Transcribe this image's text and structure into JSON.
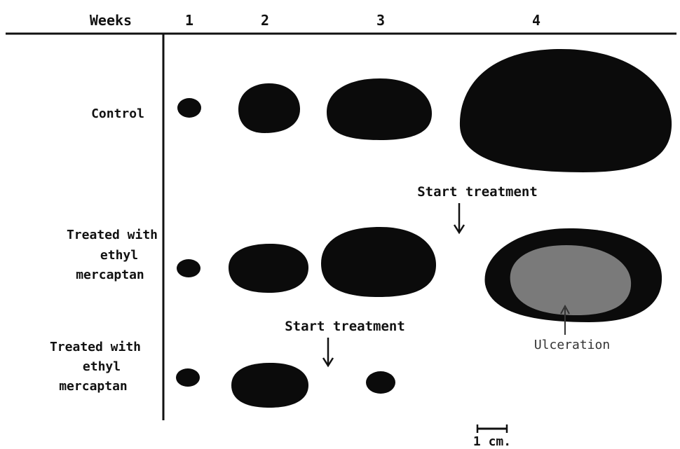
{
  "header": {
    "weeks_label": "Weeks",
    "weeks": [
      "1",
      "2",
      "3",
      "4"
    ]
  },
  "rows": [
    {
      "label_lines": [
        "Control"
      ]
    },
    {
      "label_lines": [
        "Treated with",
        "ethyl",
        "mercaptan"
      ]
    },
    {
      "label_lines": [
        "Treated with",
        "ethyl",
        "mercaptan"
      ]
    }
  ],
  "annotations": {
    "start_treatment_row2": "Start treatment",
    "start_treatment_row3": "Start treatment",
    "ulceration": "Ulceration"
  },
  "scale_bar": {
    "label": "1 cm."
  },
  "colors": {
    "tumor": "#0b0b0b",
    "ulceration": "#7a7a7a",
    "line": "#111111",
    "background": "#ffffff"
  }
}
